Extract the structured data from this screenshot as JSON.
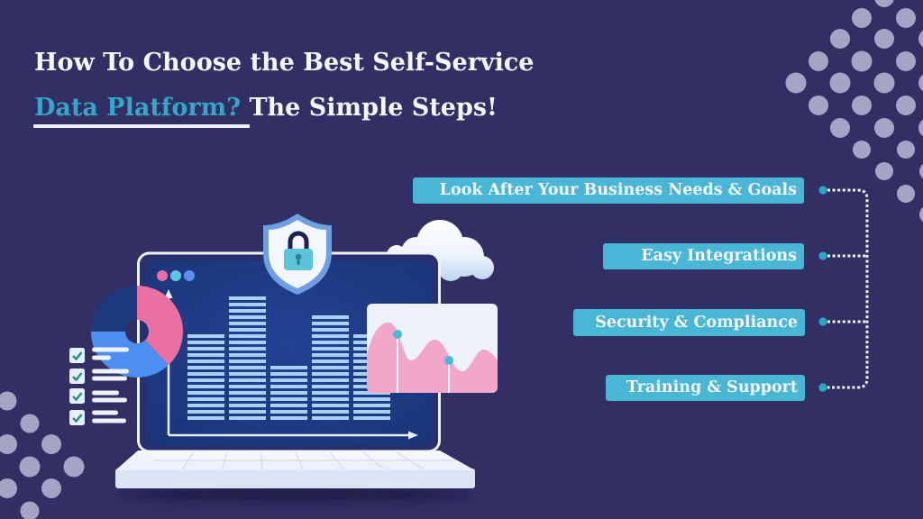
{
  "header": {
    "title_line1": "How To Choose the Best Self-Service",
    "title_highlight": "Data Platform?",
    "title_line2_rest": "The Simple Steps!"
  },
  "steps": [
    {
      "label": "Look After Your Business Needs & Goals"
    },
    {
      "label": "Easy Integrations"
    },
    {
      "label": "Security & Compliance"
    },
    {
      "label": "Training & Support"
    }
  ],
  "illustration": {
    "icons": [
      "laptop-icon",
      "shield-lock-icon",
      "cloud-icon",
      "donut-chart-icon",
      "bar-chart-icon",
      "area-chart-card-icon",
      "checklist-icon",
      "dot-pattern-decoration"
    ]
  },
  "colors": {
    "background": "#312f64",
    "step_pill": "#4ab6d6",
    "title_highlight": "#35a6c9",
    "title_text": "#f5f6fb",
    "connector_dot": "#2aa6c9",
    "decor_dots": "#a5a4c4",
    "donut_pink": "#ea6fa3",
    "donut_blue": "#4d8ef0",
    "donut_navy": "#1e3a7c",
    "screen_blue": "#203d84"
  }
}
